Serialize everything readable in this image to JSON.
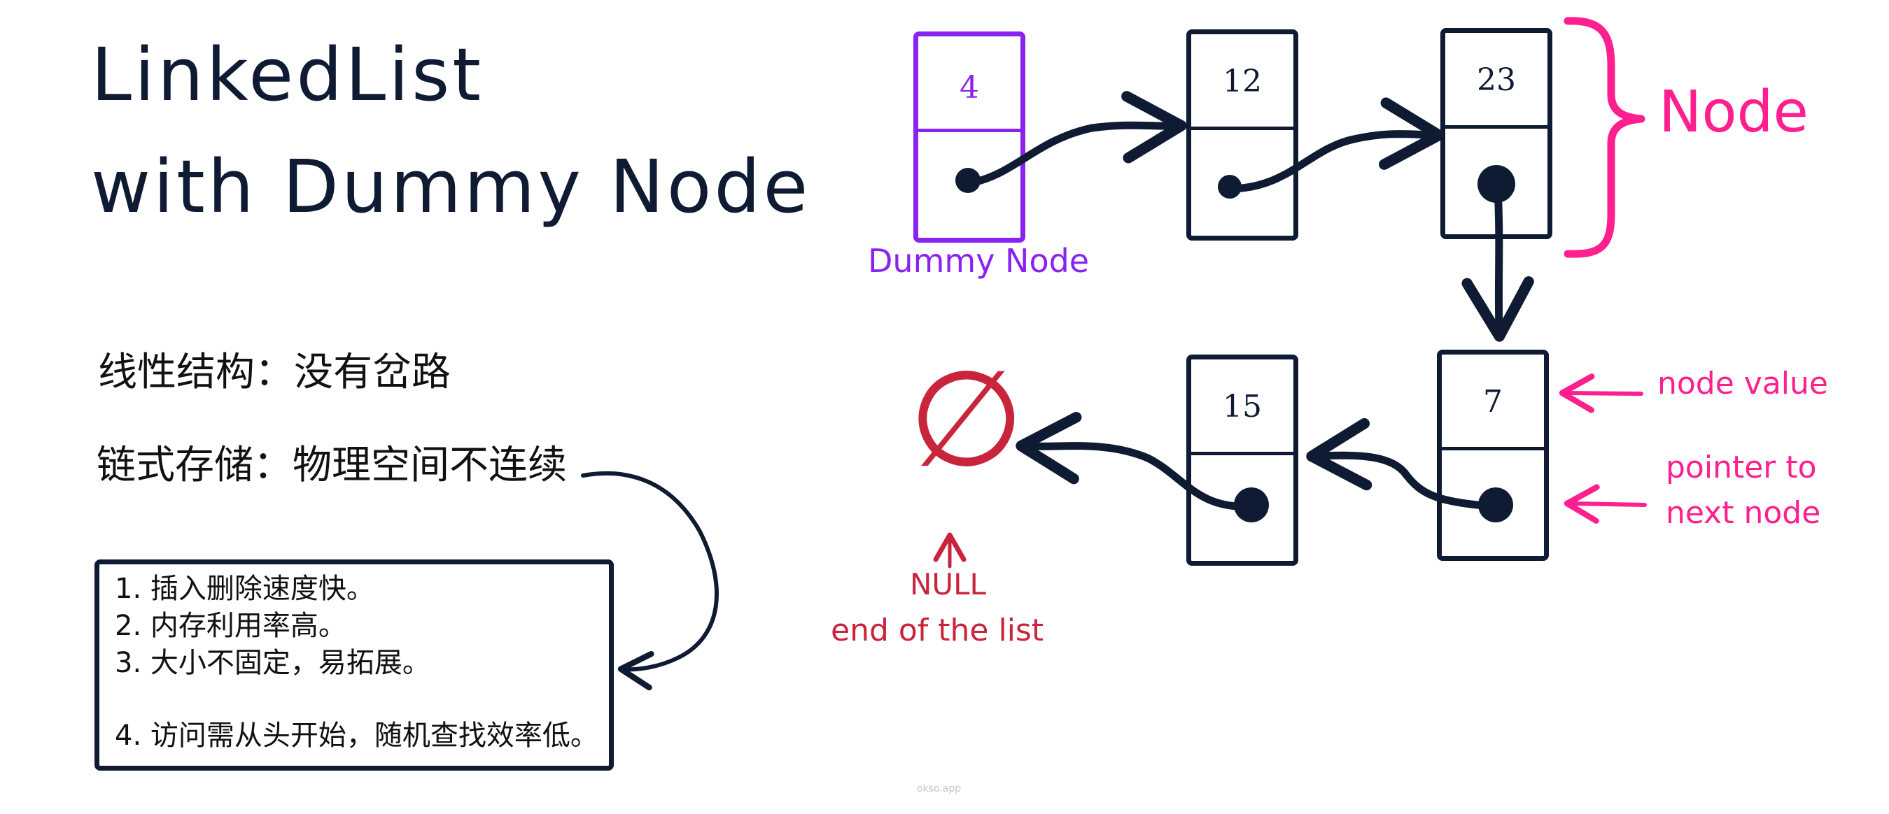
{
  "title": {
    "line1": "LinkedList",
    "line2": "with Dummy Node"
  },
  "notes": {
    "structure": "线性结构：没有岔路",
    "storage": "链式存储：物理空间不连续"
  },
  "features": [
    "1. 插入删除速度快。",
    "2. 内存利用率高。",
    "3. 大小不固定，易拓展。",
    "4. 访问需从头开始，随机查找效率低。"
  ],
  "nodes": {
    "dummy": "4",
    "n1": "12",
    "n2": "23",
    "n3": "7",
    "n4": "15"
  },
  "labels": {
    "dummy_node": "Dummy Node",
    "node": "Node",
    "node_value": "node value",
    "pointer_line1": "pointer to",
    "pointer_line2": "next node",
    "null_symbol": "∅",
    "null": "NULL",
    "end_of_list": "end of the list"
  },
  "watermark": "okso.app",
  "colors": {
    "ink": "#0f1b33",
    "dummy": "#8a22f2",
    "accent": "#ff1f8e",
    "null": "#c8253d"
  }
}
